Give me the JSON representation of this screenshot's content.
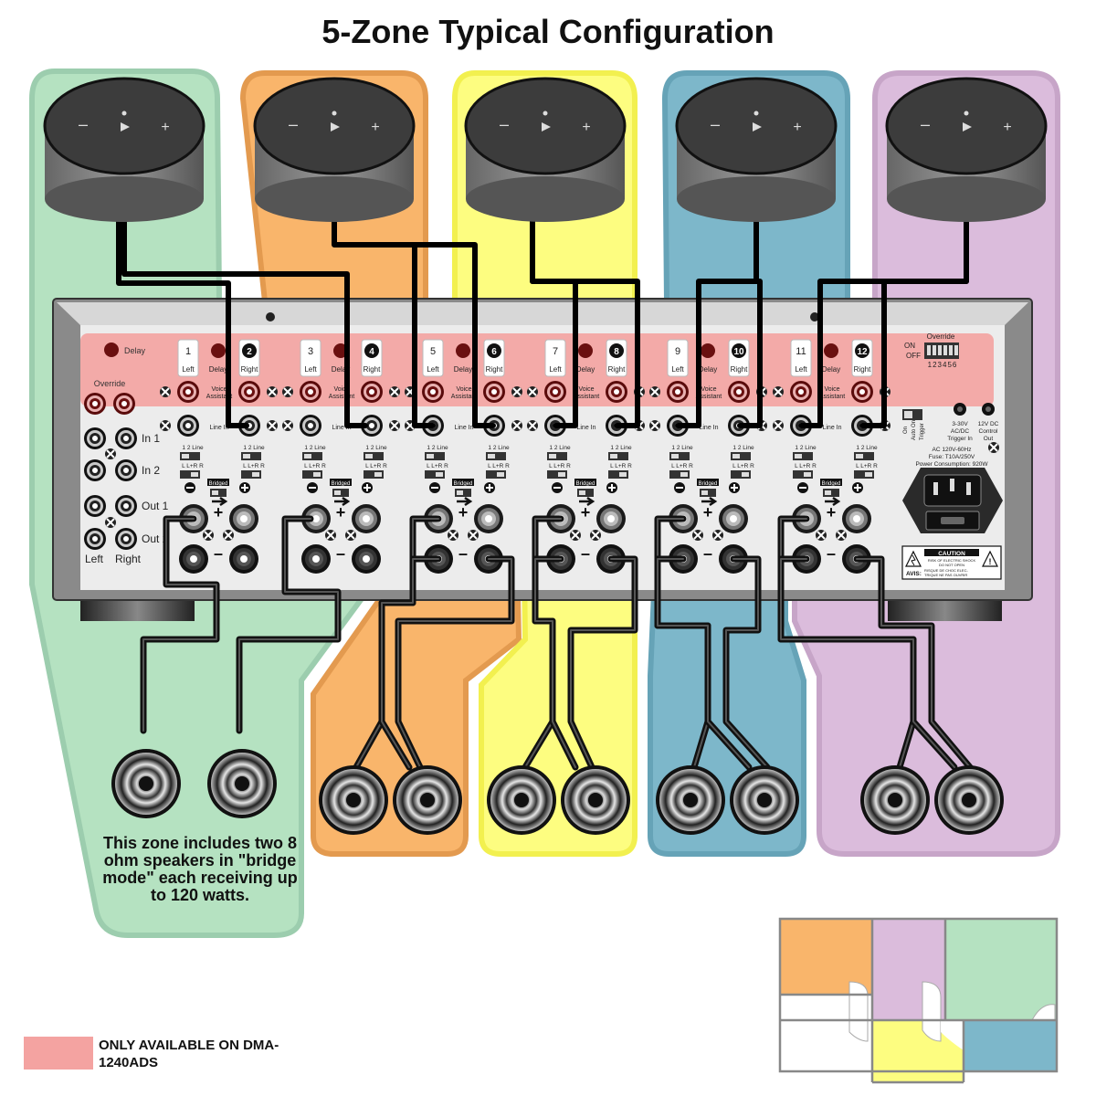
{
  "title": "5-Zone Typical Configuration",
  "zone_colors": {
    "green": "#b5e2c1",
    "orange": "#f9b56b",
    "yellow": "#fdfd80",
    "blue": "#7db7ca",
    "purple": "#dbbcdc",
    "pink_highlight": "#f3aaa8"
  },
  "zone_note": "This zone includes two 8 ohm speakers in \"bridge mode\" each receiving up to 120 watts.",
  "legend": {
    "text": "ONLY AVAILABLE ON DMA-1240ADS",
    "color": "#f4a3a1"
  },
  "amp": {
    "labels": {
      "delay": "Delay",
      "override": "Override",
      "voice": "Voice",
      "assistant": "Assistant",
      "line_in": "Line In",
      "bridged": "Bridged",
      "left": "Left",
      "right": "Right",
      "line_sel": "1  2  Line",
      "lr_sel": "L  L+R  R",
      "plus": "+",
      "minus": "–"
    },
    "channels": [
      "1",
      "2",
      "3",
      "4",
      "5",
      "6",
      "7",
      "8",
      "9",
      "10",
      "11",
      "12"
    ],
    "inputs": {
      "in1": "In 1",
      "in2": "In 2",
      "out1": "Out 1",
      "out2": "Out 2",
      "left": "Left",
      "right": "Right"
    },
    "dip": {
      "title": "Override",
      "on": "ON",
      "off": "OFF",
      "numbers": "123456"
    },
    "trigger": {
      "on": "On",
      "auto": "Auto On",
      "trigger": "Trigger",
      "trigger_in_1": "3-30V",
      "trigger_in_2": "AC/DC",
      "trigger_in_3": "Trigger In",
      "control_1": "12V DC",
      "control_2": "Control",
      "control_3": "Out"
    },
    "power": {
      "line1": "AC 120V-60Hz",
      "line2": "Fuse: T10A/250V",
      "line3": "Power Consumption: 920W"
    },
    "caution": {
      "title": "CAUTION",
      "sub1": "RISK OF ELECTRIC SHOCK",
      "sub2": "DO NOT OPEN",
      "avis": "AVIS:",
      "avis1": "RISQUE DE CHOC ELEC-",
      "avis2": "TRIQUE NE PAS OUVRIR"
    }
  }
}
